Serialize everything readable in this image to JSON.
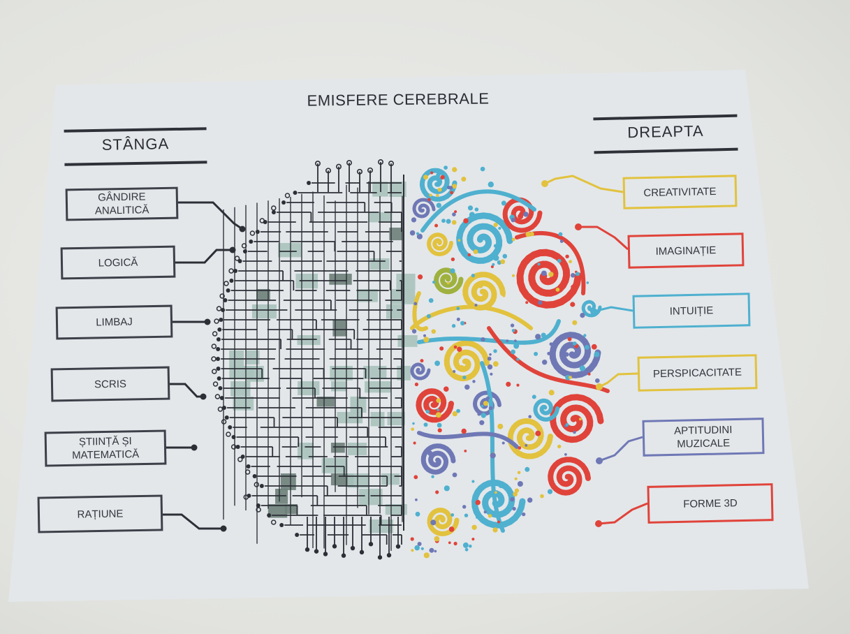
{
  "title": "EMISFERE CEREBRALE",
  "left_header": "STÂNGA",
  "right_header": "DREAPTA",
  "left_items": [
    {
      "label": "GÂNDIRE\nANALITICĂ"
    },
    {
      "label": "LOGICĂ"
    },
    {
      "label": "LIMBAJ"
    },
    {
      "label": "SCRIS"
    },
    {
      "label": "ȘTIINȚĂ ȘI\nMATEMATICĂ"
    },
    {
      "label": "RAȚIUNE"
    }
  ],
  "right_items": [
    {
      "label": "CREATIVITATE",
      "color": "#e2c23e"
    },
    {
      "label": "IMAGINAȚIE",
      "color": "#e0433a"
    },
    {
      "label": "INTUIȚIE",
      "color": "#4fb0cf"
    },
    {
      "label": "PERSPICACITATE",
      "color": "#e2c23e"
    },
    {
      "label": "APTITUDINI\nMUZICALE",
      "color": "#6f78b5"
    },
    {
      "label": "FORME 3D",
      "color": "#e0433a"
    }
  ],
  "colors": {
    "circuit_line": "#2c2f36",
    "circuit_fill_light": "#a9c2bb",
    "circuit_fill_dark": "#6d7f79",
    "swirl_palette": [
      "#4fb0cf",
      "#e0433a",
      "#e2c23e",
      "#6f78b5",
      "#9fb13e",
      "#c9a63a"
    ]
  }
}
